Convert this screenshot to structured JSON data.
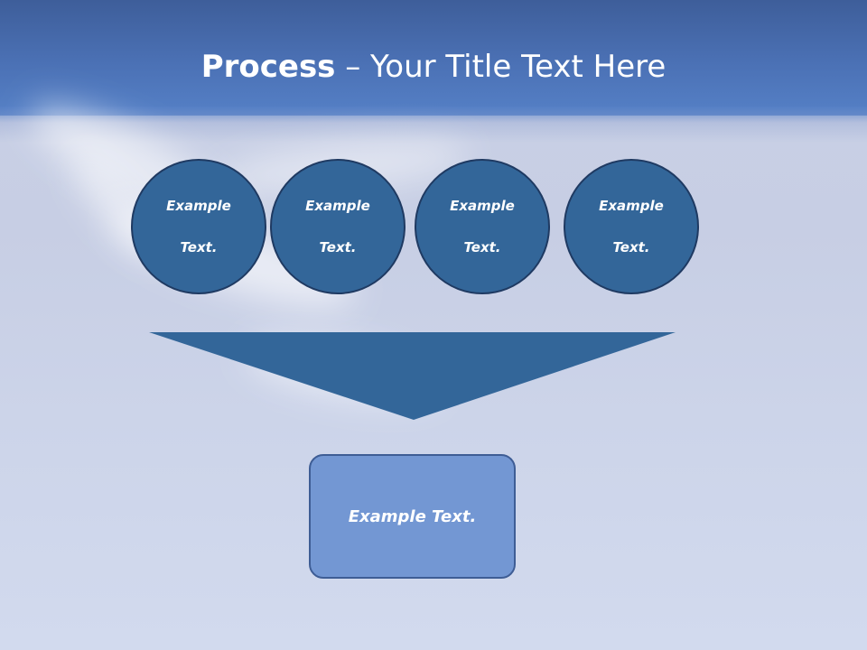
{
  "title": {
    "bold": "Process",
    "rest": " – Your Title Text Here"
  },
  "circles": [
    {
      "line1": "Example",
      "line2": "Text."
    },
    {
      "line1": "Example",
      "line2": "Text."
    },
    {
      "line1": "Example",
      "line2": "Text."
    },
    {
      "line1": "Example",
      "line2": "Text."
    }
  ],
  "result": {
    "label": "Example Text."
  },
  "colors": {
    "header": "#4b71b5",
    "circle_fill": "#336699",
    "circle_border": "#1f3a62",
    "funnel_fill": "#336699",
    "box_fill": "#7397d3",
    "box_border": "#3e5d95",
    "text": "#ffffff"
  }
}
